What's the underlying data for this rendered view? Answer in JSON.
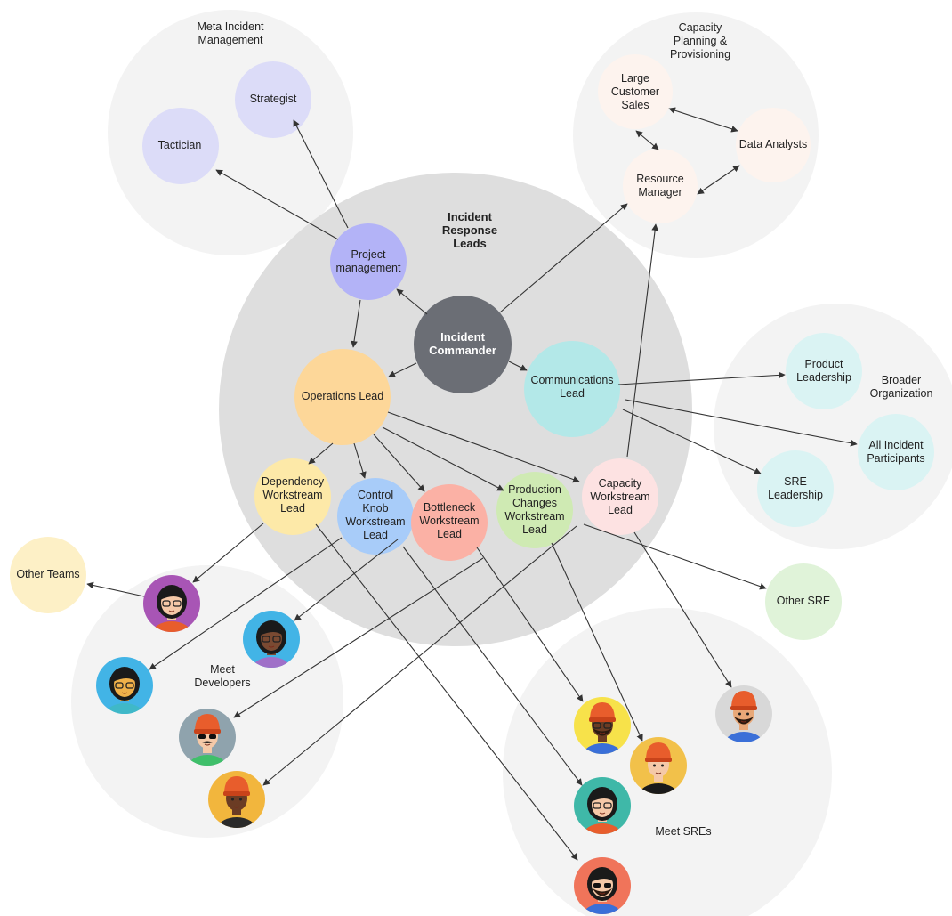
{
  "colors": {
    "group_bg": "#f3f3f3",
    "ir_bg": "#dedede",
    "commander": "#6b6e75",
    "purple_light": "#dcdcf8",
    "purple": "#b3b3f7",
    "orange": "#fdd799",
    "yellow": "#fde9a8",
    "blue": "#a8ccf9",
    "salmon": "#fbb1a5",
    "green": "#cfeab3",
    "pink": "#fde2e2",
    "peach": "#fdf3ee",
    "cyan": "#b3e8e8",
    "cyan_light": "#daf3f3",
    "other_teams": "#fdf0c6",
    "other_sre": "#e0f3d9",
    "arrow": "#333333"
  },
  "groups": {
    "meta": [
      "Meta Incident",
      "Management"
    ],
    "capacity": [
      "Capacity",
      "Planning &",
      "Provisioning"
    ],
    "ir": [
      "Incident",
      "Response",
      "Leads"
    ],
    "broader": [
      "Broader",
      "Organization"
    ],
    "developers": [
      "Meet",
      "Developers"
    ],
    "sres": [
      "Meet SREs"
    ]
  },
  "nodes": {
    "strategist": [
      "Strategist"
    ],
    "tactician": [
      "Tactician"
    ],
    "large_customer_sales": [
      "Large",
      "Customer",
      "Sales"
    ],
    "data_analysts": [
      "Data Analysts"
    ],
    "resource_manager": [
      "Resource",
      "Manager"
    ],
    "project_management": [
      "Project",
      "management"
    ],
    "incident_commander": [
      "Incident",
      "Commander"
    ],
    "operations_lead": [
      "Operations Lead"
    ],
    "communications_lead": [
      "Communications",
      "Lead"
    ],
    "product_leadership": [
      "Product",
      "Leadership"
    ],
    "all_incident_participants": [
      "All Incident",
      "Participants"
    ],
    "sre_leadership": [
      "SRE",
      "Leadership"
    ],
    "dependency_lead": [
      "Dependency",
      "Workstream",
      "Lead"
    ],
    "control_knob_lead": [
      "Control",
      "Knob",
      "Workstream",
      "Lead"
    ],
    "bottleneck_lead": [
      "Bottleneck",
      "Workstream",
      "Lead"
    ],
    "production_changes_lead": [
      "Production",
      "Changes",
      "Workstream",
      "Lead"
    ],
    "capacity_lead": [
      "Capacity",
      "Workstream",
      "Lead"
    ],
    "other_teams": [
      "Other Teams"
    ],
    "other_sre": [
      "Other SRE"
    ]
  },
  "avatars": [
    {
      "id": "dev-1",
      "bg": "#a855b5",
      "hair": "#1a1a1a",
      "skin": "#f5c9a8",
      "shirt": "#e85d2c",
      "glasses": true
    },
    {
      "id": "dev-2",
      "bg": "#42b4e6",
      "hair": "#1a1a1a",
      "skin": "#7a4a32",
      "shirt": "#a070c8",
      "glasses": true
    },
    {
      "id": "dev-3",
      "bg": "#42b4e6",
      "hair": "#1a1a1a",
      "skin": "#f0b14a",
      "shirt": "#3fb8c8",
      "glasses": true
    },
    {
      "id": "dev-4",
      "bg": "#8fa3ad",
      "hat": "#e85d2c",
      "skin": "#f5c9a8",
      "shirt": "#3fbf6a",
      "sunglasses": true,
      "mustache": true
    },
    {
      "id": "dev-5",
      "bg": "#f2b63d",
      "hat": "#e85d2c",
      "skin": "#6b3c24",
      "shirt": "#2a2a2a"
    },
    {
      "id": "sre-1",
      "bg": "#f7e24a",
      "hat": "#e85d2c",
      "skin": "#6b3c24",
      "shirt": "#3a6fd8",
      "glasses": true,
      "beard": true
    },
    {
      "id": "sre-2",
      "bg": "#f2c14a",
      "hat": "#e85d2c",
      "skin": "#f5c9a8",
      "shirt": "#1a1a1a",
      "hair": "#1a1a1a"
    },
    {
      "id": "sre-3",
      "bg": "#3fb8a8",
      "hair": "#1a1a1a",
      "skin": "#f5c9a8",
      "shirt": "#e85d2c",
      "glasses": true
    },
    {
      "id": "sre-4",
      "bg": "#f0745a",
      "hair": "#1a1a1a",
      "skin": "#f5c9a8",
      "shirt": "#3a6fd8",
      "sunglasses": true,
      "beard": true
    },
    {
      "id": "sre-5",
      "bg": "#d8d8d8",
      "hat": "#e85d2c",
      "skin": "#e8a878",
      "shirt": "#3a6fd8",
      "beard": true
    }
  ]
}
